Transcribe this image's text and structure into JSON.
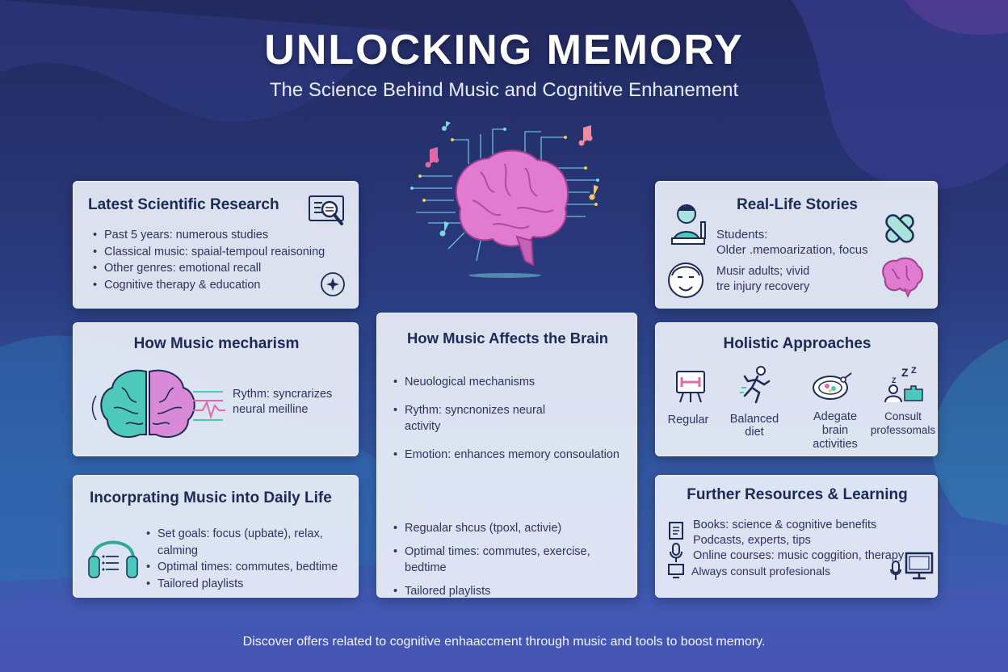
{
  "header": {
    "title": "UNLOCKING MEMORY",
    "subtitle": "The Science Behind Music and Cognitive Enhanement"
  },
  "research": {
    "title": "Latest Scientific Research",
    "items": [
      "Past 5 years: numerous studies",
      "Classical music: spaial-tempoul reaisoning",
      "Other genres: emotional recall",
      "Cognitive therapy & education"
    ]
  },
  "mechanism": {
    "title": "How Music mecharism",
    "text_line1": "Rythm: syncrarizes",
    "text_line2": "neural meilline"
  },
  "daily": {
    "title": "Incorprating Music into Daily Life",
    "items": [
      "Set goals: focus (upbate), relax, calming",
      "Optimal times: commutes, bedtime",
      "Tailored playlists"
    ]
  },
  "affects": {
    "title": "How Music Affects the Brain",
    "item1": "Neuological mechanisms",
    "item2_line1": "Rythm: syncnonizes neural",
    "item2_line2": "activity",
    "item3": "Emotion: enhances memory consoulation",
    "item4": "Regualar shcus (tpoxl, activie)",
    "item5": "Optimal times: commutes, exercise, bedtime",
    "item6": "Tailored playlists"
  },
  "stories": {
    "title": "Real-Life Stories",
    "line1": "Students:",
    "line2": "Older .memoarization, focus",
    "line3": "Musir adults; vivid",
    "line4": "tre injury recovery"
  },
  "holistic": {
    "title": "Holistic Approaches",
    "items": [
      {
        "l1": "Regular",
        "l2": ""
      },
      {
        "l1": "Balanced",
        "l2": "diet"
      },
      {
        "l1": "Adegate",
        "l2": "brain",
        "l3": "activities"
      },
      {
        "l1": "Consult",
        "l2": "professomals"
      }
    ]
  },
  "resources": {
    "title": "Further Resources & Learning",
    "items": [
      "Books: science & cognitive benefits",
      "Podcasts, experts, tips",
      "Online courses: music coggition, therapy",
      "Always consult profesionals"
    ]
  },
  "footer": {
    "text": "Discover offers related to cognitive enhaaccment through music and tools to boost memory."
  },
  "colors": {
    "brain_pink": "#e07bd0",
    "teal": "#4cc9b8",
    "navy": "#1c2a57"
  }
}
